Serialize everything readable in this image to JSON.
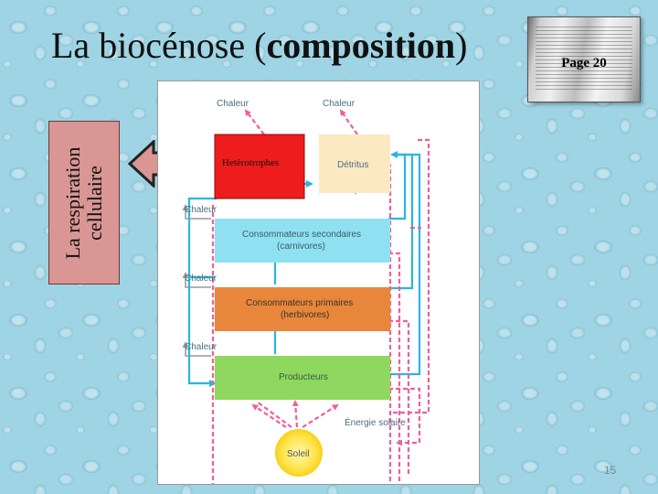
{
  "title": {
    "regular": "La biocénose (",
    "bold": "composition",
    "close": ")"
  },
  "book": {
    "label": "Page 20"
  },
  "side_label": {
    "line1": "La respiration",
    "line2": "cellulaire"
  },
  "diagram": {
    "heat_top_left": "Chaleur",
    "heat_top_right": "Chaleur",
    "heterotrophes": "Hetérotrophes",
    "detritus": "Détritus",
    "heat_secondary": "Chaleur",
    "secondary_line1": "Consommateurs secondaires",
    "secondary_line2": "(carnivores)",
    "heat_primary": "Chaleur",
    "primary_line1": "Consommateurs primaires",
    "primary_line2": "(herbivores)",
    "heat_producers": "Chaleur",
    "producers": "Producteurs",
    "solar_energy": "Énergie solaire",
    "sun": "Soleil"
  },
  "slide_number": "15",
  "colors": {
    "heterotrophes": "#ee1c1c",
    "detritus": "#fbe9c2",
    "secondary": "#8fe1f2",
    "primary": "#e8873c",
    "producers": "#8fd85f",
    "pink_arrow": "#ef5f98",
    "blue_arrow": "#29b5e2",
    "side_box": "#d99694"
  }
}
